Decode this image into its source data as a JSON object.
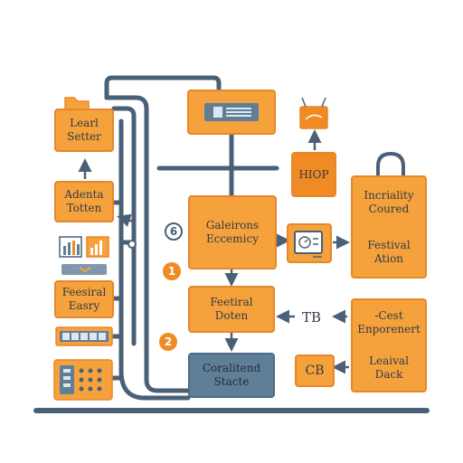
{
  "boxes": {
    "learn_setter": [
      "Learl",
      "Setter"
    ],
    "adenta_totten": [
      "Adenta",
      "Totten"
    ],
    "festival_easy": [
      "Feesiral",
      "Easry"
    ],
    "hiop": [
      "HIOP"
    ],
    "galeirons": [
      "Galeirons",
      "Eccemicy"
    ],
    "festival_doten": [
      "Feetiral",
      "Doten"
    ],
    "coraltend": [
      "Coralitend",
      "Stacte"
    ],
    "tb": [
      "TB"
    ],
    "cb": [
      "CB"
    ],
    "incriality": [
      "Incriality",
      "Coured"
    ],
    "festival_ation": [
      "Festival",
      "Ation"
    ],
    "cest": [
      "-Cest",
      "Enporenert"
    ],
    "leaival": [
      "Leaival",
      "Dack"
    ]
  },
  "badges": {
    "six": "6",
    "one": "1",
    "two": "2"
  },
  "colors": {
    "orange": "#f6a23c",
    "orange_border": "#e8862a",
    "steel": "#5f7f99",
    "line": "#4a6076",
    "accent": "#f08a24"
  }
}
